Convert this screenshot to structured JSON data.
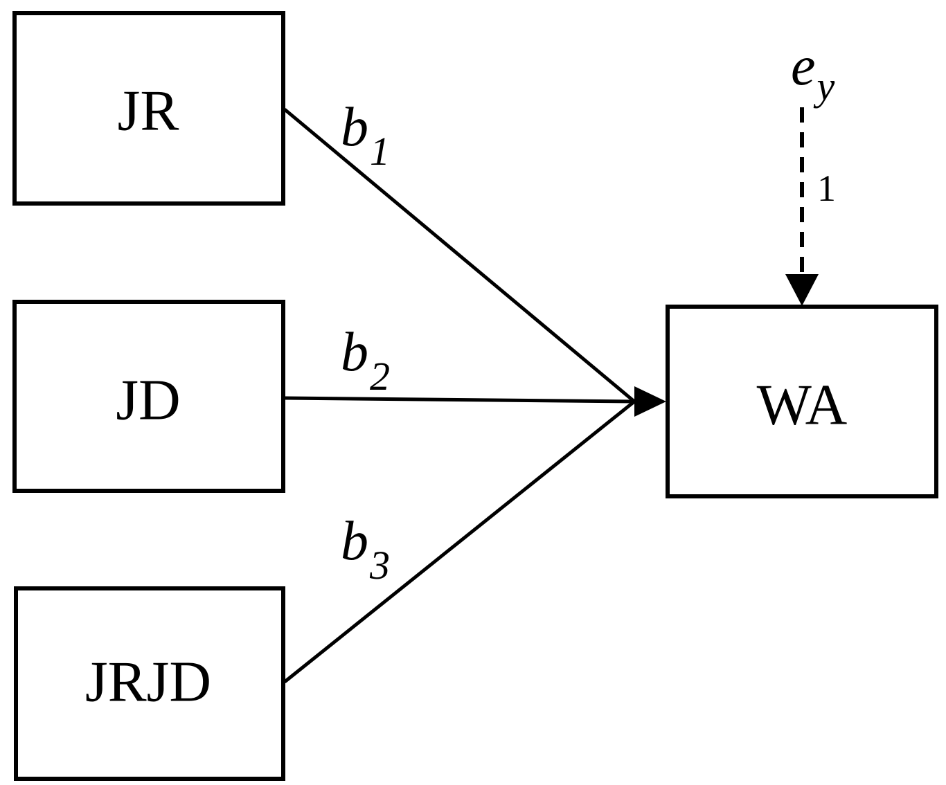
{
  "predictors": [
    {
      "label": "JR"
    },
    {
      "label": "JD"
    },
    {
      "label": "JRJD"
    }
  ],
  "outcome": {
    "label": "WA"
  },
  "paths": [
    {
      "from": "JR",
      "to": "WA",
      "coef_symbol": "b",
      "coef_subscript": "1"
    },
    {
      "from": "JD",
      "to": "WA",
      "coef_symbol": "b",
      "coef_subscript": "2"
    },
    {
      "from": "JRJD",
      "to": "WA",
      "coef_symbol": "b",
      "coef_subscript": "3"
    }
  ],
  "error_term": {
    "symbol": "e",
    "subscript": "y",
    "loading": "1",
    "line_style": "dashed"
  }
}
